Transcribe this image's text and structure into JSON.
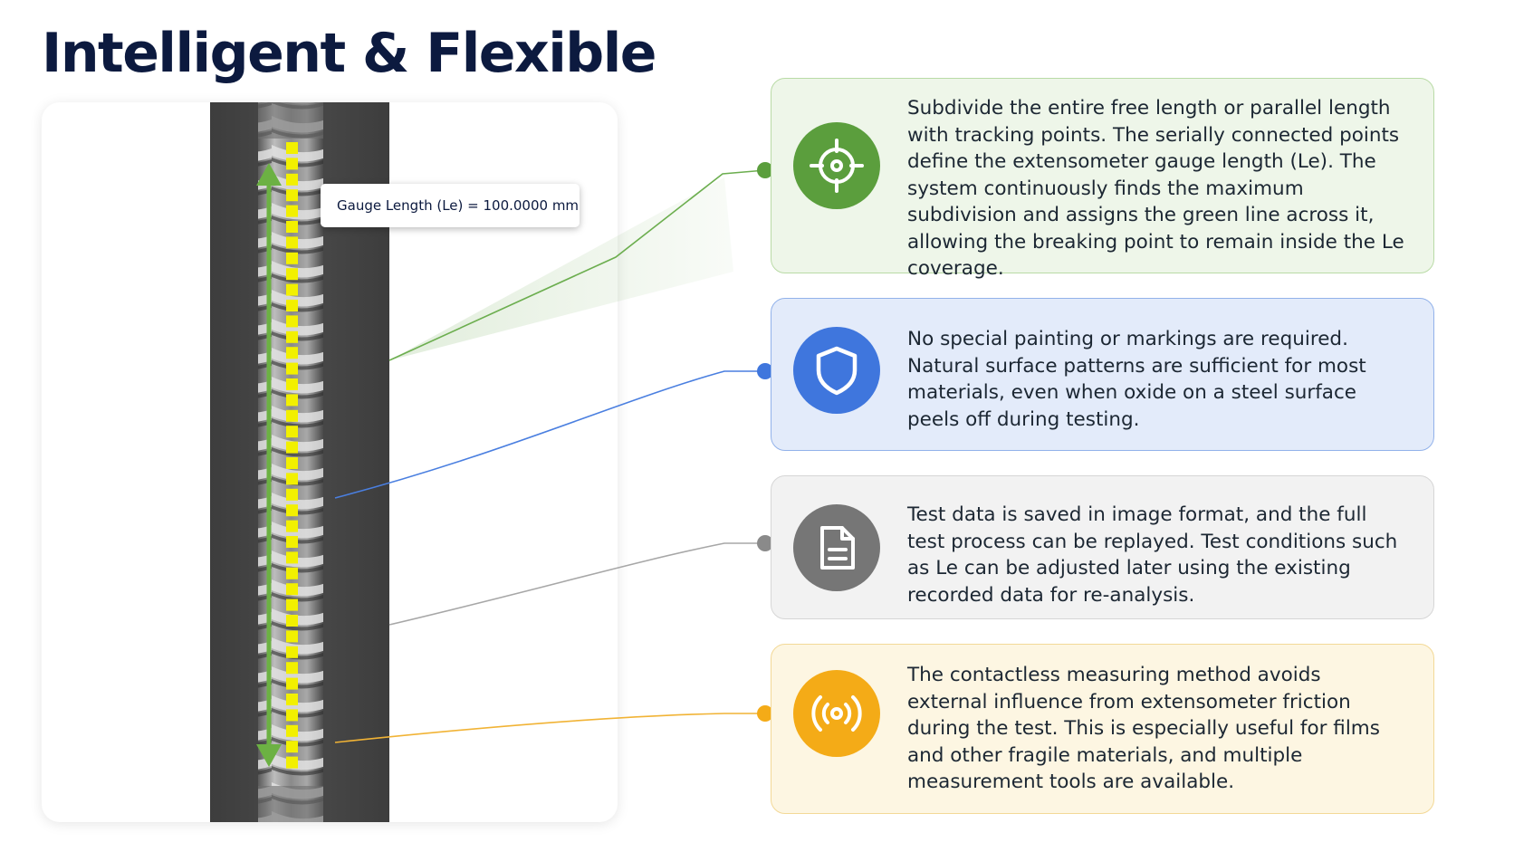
{
  "title": "Intelligent & Flexible",
  "specimen": {
    "gauge_label": "Gauge Length (Le) = 100.0000 mm"
  },
  "colors": {
    "title": "#0c1a3f",
    "green": "#5b9e3d",
    "blue": "#3f76dd",
    "gray": "#767676",
    "amber": "#f4ab17",
    "tracking_points": "#f2f000"
  },
  "features": [
    {
      "icon": "crosshair-icon",
      "text": "Subdivide the entire free length or parallel length with tracking points. The serially connected points define the extensometer gauge length (Le). The system continuously finds the maximum subdivision and assigns the green line across it, allowing the breaking point to remain inside the Le coverage."
    },
    {
      "icon": "shield-icon",
      "text": "No special painting or markings are required. Natural surface patterns are sufficient for most materials, even when oxide on a steel surface peels off during testing."
    },
    {
      "icon": "document-icon",
      "text": "Test data is saved in image format, and the full test process can be replayed. Test conditions such as Le can be adjusted later using the existing recorded data for re-analysis."
    },
    {
      "icon": "signal-icon",
      "text": "The contactless measuring method avoids external influence from extensometer friction during the test. This is especially useful for films and other fragile materials, and multiple measurement tools are available."
    }
  ]
}
